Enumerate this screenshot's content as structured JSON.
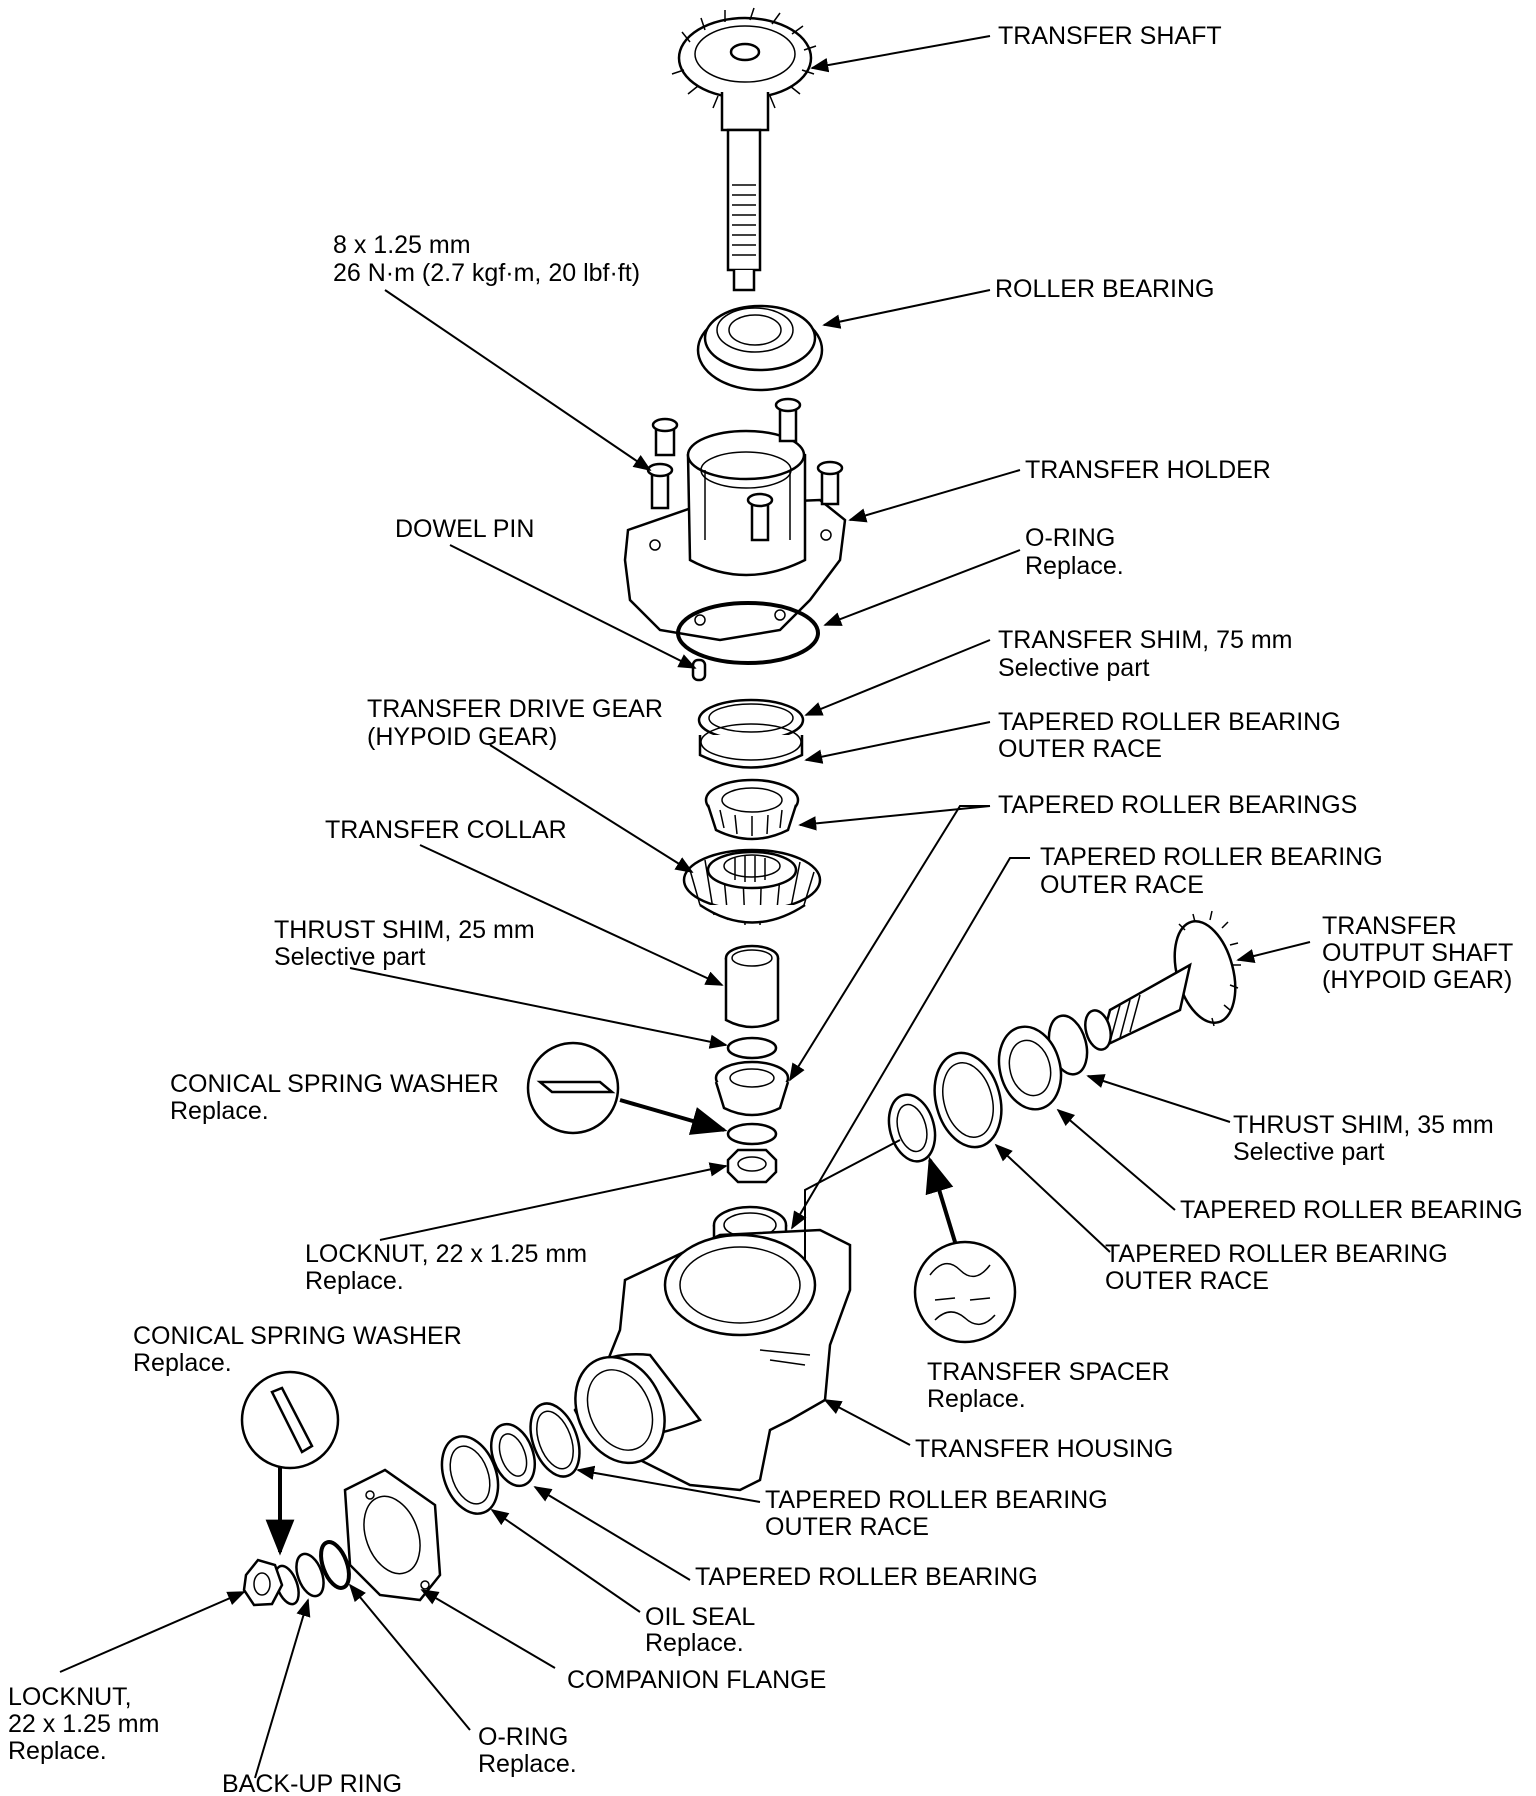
{
  "labels": {
    "transfer_shaft": "TRANSFER SHAFT",
    "bolt_spec_line1": "8 x 1.25 mm",
    "bolt_spec_line2": "26 N·m (2.7 kgf·m, 20 lbf·ft)",
    "roller_bearing": "ROLLER BEARING",
    "transfer_holder": "TRANSFER HOLDER",
    "dowel_pin": "DOWEL PIN",
    "o_ring_holder_line1": "O-RING",
    "o_ring_holder_line2": "Replace.",
    "transfer_shim_line1": "TRANSFER SHIM, 75 mm",
    "transfer_shim_line2": "Selective part",
    "transfer_drive_gear_line1": "TRANSFER DRIVE GEAR",
    "transfer_drive_gear_line2": "(HYPOID GEAR)",
    "tapered_outer_race_top_line1": "TAPERED ROLLER BEARING",
    "tapered_outer_race_top_line2": "OUTER RACE",
    "tapered_roller_bearings": "TAPERED ROLLER BEARINGS",
    "transfer_collar": "TRANSFER COLLAR",
    "tapered_outer_race_mid_line1": "TAPERED ROLLER BEARING",
    "tapered_outer_race_mid_line2": "OUTER RACE",
    "thrust_shim_25_line1": "THRUST SHIM, 25 mm",
    "thrust_shim_25_line2": "Selective part",
    "output_shaft_line1": "TRANSFER",
    "output_shaft_line2": "OUTPUT SHAFT",
    "output_shaft_line3": "(HYPOID GEAR)",
    "conical_washer_top_line1": "CONICAL SPRING WASHER",
    "conical_washer_top_line2": "Replace.",
    "thrust_shim_35_line1": "THRUST SHIM, 35 mm",
    "thrust_shim_35_line2": "Selective part",
    "tapered_roller_bearing_right": "TAPERED ROLLER BEARING",
    "locknut_top_line1": "LOCKNUT, 22 x 1.25 mm",
    "locknut_top_line2": "Replace.",
    "tapered_outer_race_right_line1": "TAPERED ROLLER BEARING",
    "tapered_outer_race_right_line2": "OUTER RACE",
    "conical_washer_bottom_line1": "CONICAL SPRING WASHER",
    "conical_washer_bottom_line2": "Replace.",
    "transfer_spacer_line1": "TRANSFER SPACER",
    "transfer_spacer_line2": "Replace.",
    "transfer_housing": "TRANSFER HOUSING",
    "tapered_outer_race_bottom_line1": "TAPERED ROLLER BEARING",
    "tapered_outer_race_bottom_line2": "OUTER RACE",
    "tapered_roller_bearing_bottom": "TAPERED ROLLER BEARING",
    "oil_seal_line1": "OIL SEAL",
    "oil_seal_line2": "Replace.",
    "companion_flange": "COMPANION FLANGE",
    "locknut_bottom_line1": "LOCKNUT,",
    "locknut_bottom_line2": "22 x 1.25 mm",
    "locknut_bottom_line3": "Replace.",
    "o_ring_bottom_line1": "O-RING",
    "o_ring_bottom_line2": "Replace.",
    "backup_ring": "BACK-UP RING"
  }
}
